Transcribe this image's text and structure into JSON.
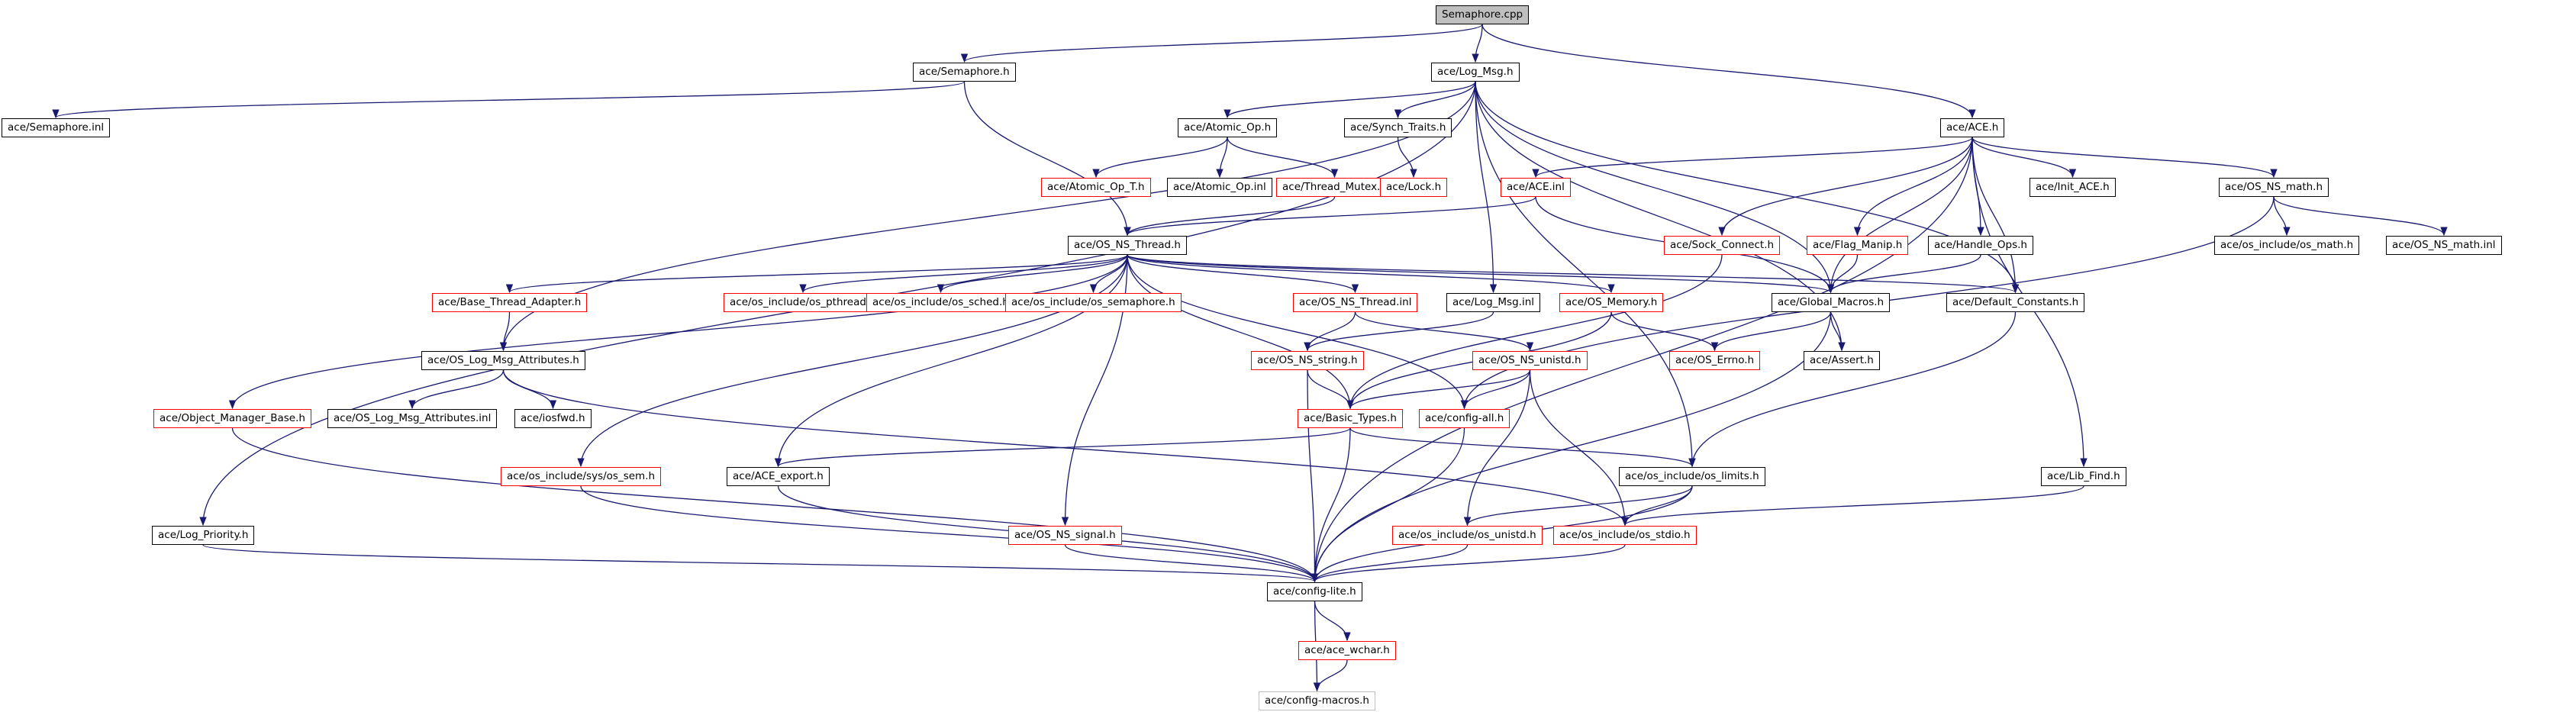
{
  "graph": {
    "nodes": [
      {
        "id": "semaphore_cpp",
        "label": "Semaphore.cpp",
        "style": "root"
      },
      {
        "id": "semaphore_h",
        "label": "ace/Semaphore.h",
        "style": "black"
      },
      {
        "id": "log_msg_h",
        "label": "ace/Log_Msg.h",
        "style": "black"
      },
      {
        "id": "ace_h",
        "label": "ace/ACE.h",
        "style": "black"
      },
      {
        "id": "semaphore_inl",
        "label": "ace/Semaphore.inl",
        "style": "black"
      },
      {
        "id": "atomic_op_h",
        "label": "ace/Atomic_Op.h",
        "style": "black"
      },
      {
        "id": "synch_traits_h",
        "label": "ace/Synch_Traits.h",
        "style": "black"
      },
      {
        "id": "atomic_op_t_h",
        "label": "ace/Atomic_Op_T.h",
        "style": "red"
      },
      {
        "id": "atomic_op_inl",
        "label": "ace/Atomic_Op.inl",
        "style": "black"
      },
      {
        "id": "thread_mutex_h",
        "label": "ace/Thread_Mutex.h",
        "style": "red"
      },
      {
        "id": "lock_h",
        "label": "ace/Lock.h",
        "style": "red"
      },
      {
        "id": "ace_inl",
        "label": "ace/ACE.inl",
        "style": "red"
      },
      {
        "id": "init_ace_h",
        "label": "ace/Init_ACE.h",
        "style": "black"
      },
      {
        "id": "os_ns_math_h",
        "label": "ace/OS_NS_math.h",
        "style": "black"
      },
      {
        "id": "os_ns_thread_h",
        "label": "ace/OS_NS_Thread.h",
        "style": "black"
      },
      {
        "id": "sock_connect_h",
        "label": "ace/Sock_Connect.h",
        "style": "red"
      },
      {
        "id": "flag_manip_h",
        "label": "ace/Flag_Manip.h",
        "style": "red"
      },
      {
        "id": "handle_ops_h",
        "label": "ace/Handle_Ops.h",
        "style": "black"
      },
      {
        "id": "os_include_os_math_h",
        "label": "ace/os_include/os_math.h",
        "style": "black"
      },
      {
        "id": "os_ns_math_inl",
        "label": "ace/OS_NS_math.inl",
        "style": "black"
      },
      {
        "id": "base_thread_adapter_h",
        "label": "ace/Base_Thread_Adapter.h",
        "style": "red"
      },
      {
        "id": "os_include_os_pthread_h",
        "label": "ace/os_include/os_pthread.h",
        "style": "red"
      },
      {
        "id": "os_include_os_sched_h",
        "label": "ace/os_include/os_sched.h",
        "style": "red"
      },
      {
        "id": "os_include_os_semaphore_h",
        "label": "ace/os_include/os_semaphore.h",
        "style": "red"
      },
      {
        "id": "os_ns_thread_inl",
        "label": "ace/OS_NS_Thread.inl",
        "style": "red"
      },
      {
        "id": "log_msg_inl",
        "label": "ace/Log_Msg.inl",
        "style": "black"
      },
      {
        "id": "os_memory_h",
        "label": "ace/OS_Memory.h",
        "style": "red"
      },
      {
        "id": "global_macros_h",
        "label": "ace/Global_Macros.h",
        "style": "black"
      },
      {
        "id": "default_constants_h",
        "label": "ace/Default_Constants.h",
        "style": "black"
      },
      {
        "id": "os_log_msg_attributes_h",
        "label": "ace/OS_Log_Msg_Attributes.h",
        "style": "black"
      },
      {
        "id": "os_ns_string_h",
        "label": "ace/OS_NS_string.h",
        "style": "red"
      },
      {
        "id": "os_ns_unistd_h",
        "label": "ace/OS_NS_unistd.h",
        "style": "red"
      },
      {
        "id": "os_errno_h",
        "label": "ace/OS_Errno.h",
        "style": "red"
      },
      {
        "id": "assert_h",
        "label": "ace/Assert.h",
        "style": "black"
      },
      {
        "id": "object_manager_base_h",
        "label": "ace/Object_Manager_Base.h",
        "style": "red"
      },
      {
        "id": "os_log_msg_attributes_inl",
        "label": "ace/OS_Log_Msg_Attributes.inl",
        "style": "black"
      },
      {
        "id": "iosfwd_h",
        "label": "ace/iosfwd.h",
        "style": "black"
      },
      {
        "id": "basic_types_h",
        "label": "ace/Basic_Types.h",
        "style": "red"
      },
      {
        "id": "config_all_h",
        "label": "ace/config-all.h",
        "style": "red"
      },
      {
        "id": "os_include_sys_os_sem_h",
        "label": "ace/os_include/sys/os_sem.h",
        "style": "red"
      },
      {
        "id": "ace_export_h",
        "label": "ace/ACE_export.h",
        "style": "black"
      },
      {
        "id": "os_include_os_limits_h",
        "label": "ace/os_include/os_limits.h",
        "style": "black"
      },
      {
        "id": "lib_find_h",
        "label": "ace/Lib_Find.h",
        "style": "black"
      },
      {
        "id": "log_priority_h",
        "label": "ace/Log_Priority.h",
        "style": "black"
      },
      {
        "id": "os_ns_signal_h",
        "label": "ace/OS_NS_signal.h",
        "style": "red"
      },
      {
        "id": "os_include_os_unistd_h",
        "label": "ace/os_include/os_unistd.h",
        "style": "red"
      },
      {
        "id": "os_include_os_stdio_h",
        "label": "ace/os_include/os_stdio.h",
        "style": "red"
      },
      {
        "id": "config_lite_h",
        "label": "ace/config-lite.h",
        "style": "black"
      },
      {
        "id": "ace_wchar_h",
        "label": "ace/ace_wchar.h",
        "style": "red"
      },
      {
        "id": "config_macros_h",
        "label": "ace/config-macros.h",
        "style": "gray"
      }
    ],
    "edges": [
      [
        "semaphore_cpp",
        "semaphore_h"
      ],
      [
        "semaphore_cpp",
        "log_msg_h"
      ],
      [
        "semaphore_cpp",
        "ace_h"
      ],
      [
        "semaphore_h",
        "semaphore_inl"
      ],
      [
        "semaphore_h",
        "os_ns_thread_h"
      ],
      [
        "log_msg_h",
        "atomic_op_h"
      ],
      [
        "log_msg_h",
        "synch_traits_h"
      ],
      [
        "log_msg_h",
        "log_msg_inl"
      ],
      [
        "log_msg_h",
        "os_log_msg_attributes_h"
      ],
      [
        "log_msg_h",
        "log_priority_h"
      ],
      [
        "log_msg_h",
        "default_constants_h"
      ],
      [
        "log_msg_h",
        "global_macros_h"
      ],
      [
        "log_msg_h",
        "assert_h"
      ],
      [
        "log_msg_h",
        "os_include_os_limits_h"
      ],
      [
        "atomic_op_h",
        "atomic_op_t_h"
      ],
      [
        "atomic_op_h",
        "atomic_op_inl"
      ],
      [
        "atomic_op_h",
        "thread_mutex_h"
      ],
      [
        "thread_mutex_h",
        "os_ns_thread_h"
      ],
      [
        "synch_traits_h",
        "lock_h"
      ],
      [
        "ace_h",
        "ace_inl"
      ],
      [
        "ace_h",
        "init_ace_h"
      ],
      [
        "ace_h",
        "os_ns_math_h"
      ],
      [
        "ace_h",
        "sock_connect_h"
      ],
      [
        "ace_h",
        "flag_manip_h"
      ],
      [
        "ace_h",
        "handle_ops_h"
      ],
      [
        "ace_h",
        "default_constants_h"
      ],
      [
        "ace_h",
        "global_macros_h"
      ],
      [
        "ace_h",
        "lib_find_h"
      ],
      [
        "ace_h",
        "config_lite_h"
      ],
      [
        "ace_inl",
        "os_ns_thread_h"
      ],
      [
        "ace_inl",
        "global_macros_h"
      ],
      [
        "os_ns_math_h",
        "os_include_os_math_h"
      ],
      [
        "os_ns_math_h",
        "os_ns_math_inl"
      ],
      [
        "os_ns_math_h",
        "config_all_h"
      ],
      [
        "sock_connect_h",
        "basic_types_h"
      ],
      [
        "flag_manip_h",
        "global_macros_h"
      ],
      [
        "handle_ops_h",
        "global_macros_h"
      ],
      [
        "os_ns_thread_h",
        "base_thread_adapter_h"
      ],
      [
        "os_ns_thread_h",
        "os_include_os_pthread_h"
      ],
      [
        "os_ns_thread_h",
        "os_include_os_sched_h"
      ],
      [
        "os_ns_thread_h",
        "os_include_os_semaphore_h"
      ],
      [
        "os_ns_thread_h",
        "os_ns_thread_inl"
      ],
      [
        "os_ns_thread_h",
        "os_memory_h"
      ],
      [
        "os_ns_thread_h",
        "global_macros_h"
      ],
      [
        "os_ns_thread_h",
        "default_constants_h"
      ],
      [
        "os_ns_thread_h",
        "object_manager_base_h"
      ],
      [
        "os_ns_thread_h",
        "os_include_sys_os_sem_h"
      ],
      [
        "os_ns_thread_h",
        "ace_export_h"
      ],
      [
        "os_ns_thread_h",
        "os_ns_signal_h"
      ],
      [
        "os_ns_thread_h",
        "basic_types_h"
      ],
      [
        "os_ns_thread_h",
        "config_all_h"
      ],
      [
        "base_thread_adapter_h",
        "os_log_msg_attributes_h"
      ],
      [
        "os_ns_thread_inl",
        "os_ns_unistd_h"
      ],
      [
        "os_ns_thread_inl",
        "os_ns_string_h"
      ],
      [
        "log_msg_inl",
        "os_ns_string_h"
      ],
      [
        "os_memory_h",
        "os_errno_h"
      ],
      [
        "os_memory_h",
        "basic_types_h"
      ],
      [
        "global_macros_h",
        "os_errno_h"
      ],
      [
        "global_macros_h",
        "assert_h"
      ],
      [
        "global_macros_h",
        "config_lite_h"
      ],
      [
        "default_constants_h",
        "os_include_os_limits_h"
      ],
      [
        "os_log_msg_attributes_h",
        "os_log_msg_attributes_inl"
      ],
      [
        "os_log_msg_attributes_h",
        "iosfwd_h"
      ],
      [
        "os_log_msg_attributes_h",
        "os_include_os_stdio_h"
      ],
      [
        "os_ns_string_h",
        "basic_types_h"
      ],
      [
        "os_ns_string_h",
        "config_lite_h"
      ],
      [
        "os_ns_unistd_h",
        "basic_types_h"
      ],
      [
        "os_ns_unistd_h",
        "config_all_h"
      ],
      [
        "os_ns_unistd_h",
        "os_include_os_unistd_h"
      ],
      [
        "os_ns_unistd_h",
        "os_include_os_stdio_h"
      ],
      [
        "object_manager_base_h",
        "config_lite_h"
      ],
      [
        "basic_types_h",
        "ace_export_h"
      ],
      [
        "basic_types_h",
        "os_include_os_limits_h"
      ],
      [
        "basic_types_h",
        "config_lite_h"
      ],
      [
        "config_all_h",
        "config_lite_h"
      ],
      [
        "os_include_sys_os_sem_h",
        "config_lite_h"
      ],
      [
        "ace_export_h",
        "config_lite_h"
      ],
      [
        "os_include_os_limits_h",
        "os_include_os_unistd_h"
      ],
      [
        "os_include_os_limits_h",
        "os_include_os_stdio_h"
      ],
      [
        "os_include_os_limits_h",
        "config_lite_h"
      ],
      [
        "lib_find_h",
        "os_include_os_stdio_h"
      ],
      [
        "log_priority_h",
        "config_lite_h"
      ],
      [
        "os_ns_signal_h",
        "config_lite_h"
      ],
      [
        "os_include_os_unistd_h",
        "config_lite_h"
      ],
      [
        "os_include_os_stdio_h",
        "config_lite_h"
      ],
      [
        "config_lite_h",
        "ace_wchar_h"
      ],
      [
        "config_lite_h",
        "config_macros_h"
      ],
      [
        "ace_wchar_h",
        "config_macros_h"
      ]
    ]
  }
}
